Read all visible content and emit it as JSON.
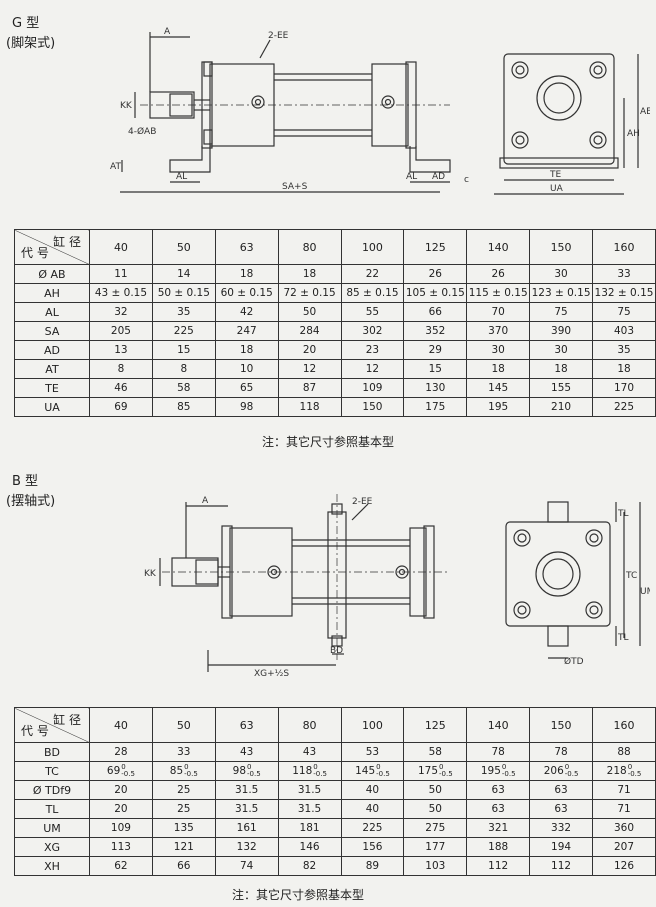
{
  "g_section": {
    "title": "G 型",
    "subtitle": "(脚架式)",
    "drawing_labels": {
      "a": "A",
      "ee": "2-EE",
      "kk": "KK",
      "ab": "4-ØAB",
      "at": "AT",
      "al_left": "AL",
      "sa": "SA+S",
      "al_right": "AL",
      "ad": "AD",
      "c": "c",
      "te": "TE",
      "ua": "UA",
      "ah": "AH",
      "ae": "AE"
    },
    "table": {
      "header_top": "缸 径",
      "header_bottom": "代 号",
      "bores": [
        "40",
        "50",
        "63",
        "80",
        "100",
        "125",
        "140",
        "150",
        "160"
      ],
      "rows": [
        {
          "code": "Ø AB",
          "values": [
            "11",
            "14",
            "18",
            "18",
            "22",
            "26",
            "26",
            "30",
            "33"
          ]
        },
        {
          "code": "AH",
          "values": [
            "43 ± 0.15",
            "50 ± 0.15",
            "60 ± 0.15",
            "72 ± 0.15",
            "85 ± 0.15",
            "105 ± 0.15",
            "115 ± 0.15",
            "123 ± 0.15",
            "132 ± 0.15"
          ]
        },
        {
          "code": "AL",
          "values": [
            "32",
            "35",
            "42",
            "50",
            "55",
            "66",
            "70",
            "75",
            "75"
          ]
        },
        {
          "code": "SA",
          "values": [
            "205",
            "225",
            "247",
            "284",
            "302",
            "352",
            "370",
            "390",
            "403"
          ]
        },
        {
          "code": "AD",
          "values": [
            "13",
            "15",
            "18",
            "20",
            "23",
            "29",
            "30",
            "30",
            "35"
          ]
        },
        {
          "code": "AT",
          "values": [
            "8",
            "8",
            "10",
            "12",
            "12",
            "15",
            "18",
            "18",
            "18"
          ]
        },
        {
          "code": "TE",
          "values": [
            "46",
            "58",
            "65",
            "87",
            "109",
            "130",
            "145",
            "155",
            "170"
          ]
        },
        {
          "code": "UA",
          "values": [
            "69",
            "85",
            "98",
            "118",
            "150",
            "175",
            "195",
            "210",
            "225"
          ]
        }
      ]
    },
    "note": "注：其它尺寸参照基本型"
  },
  "b_section": {
    "title": "B 型",
    "subtitle": "(摆轴式)",
    "drawing_labels": {
      "a": "A",
      "ee": "2-EE",
      "kk": "KK",
      "bd": "BD",
      "xg": "XG+½S",
      "tl_top": "TL",
      "tc": "TC",
      "um": "UM",
      "tl_bottom": "TL",
      "td": "ØTD"
    },
    "table": {
      "header_top": "缸 径",
      "header_bottom": "代 号",
      "bores": [
        "40",
        "50",
        "63",
        "80",
        "100",
        "125",
        "140",
        "150",
        "160"
      ],
      "rows": [
        {
          "code": "BD",
          "values": [
            "28",
            "33",
            "43",
            "43",
            "53",
            "58",
            "78",
            "78",
            "88"
          ]
        },
        {
          "code": "TC",
          "values": [
            "69",
            "85",
            "98",
            "118",
            "145",
            "175",
            "195",
            "206",
            "218"
          ],
          "tol_upper": "0",
          "tol_lower": "-0.5"
        },
        {
          "code": "Ø TDf9",
          "values": [
            "20",
            "25",
            "31.5",
            "31.5",
            "40",
            "50",
            "63",
            "63",
            "71"
          ]
        },
        {
          "code": "TL",
          "values": [
            "20",
            "25",
            "31.5",
            "31.5",
            "40",
            "50",
            "63",
            "63",
            "71"
          ]
        },
        {
          "code": "UM",
          "values": [
            "109",
            "135",
            "161",
            "181",
            "225",
            "275",
            "321",
            "332",
            "360"
          ]
        },
        {
          "code": "XG",
          "values": [
            "113",
            "121",
            "132",
            "146",
            "156",
            "177",
            "188",
            "194",
            "207"
          ]
        },
        {
          "code": "XH",
          "values": [
            "62",
            "66",
            "74",
            "82",
            "89",
            "103",
            "112",
            "112",
            "126"
          ]
        }
      ]
    },
    "note": "注：其它尺寸参照基本型"
  }
}
